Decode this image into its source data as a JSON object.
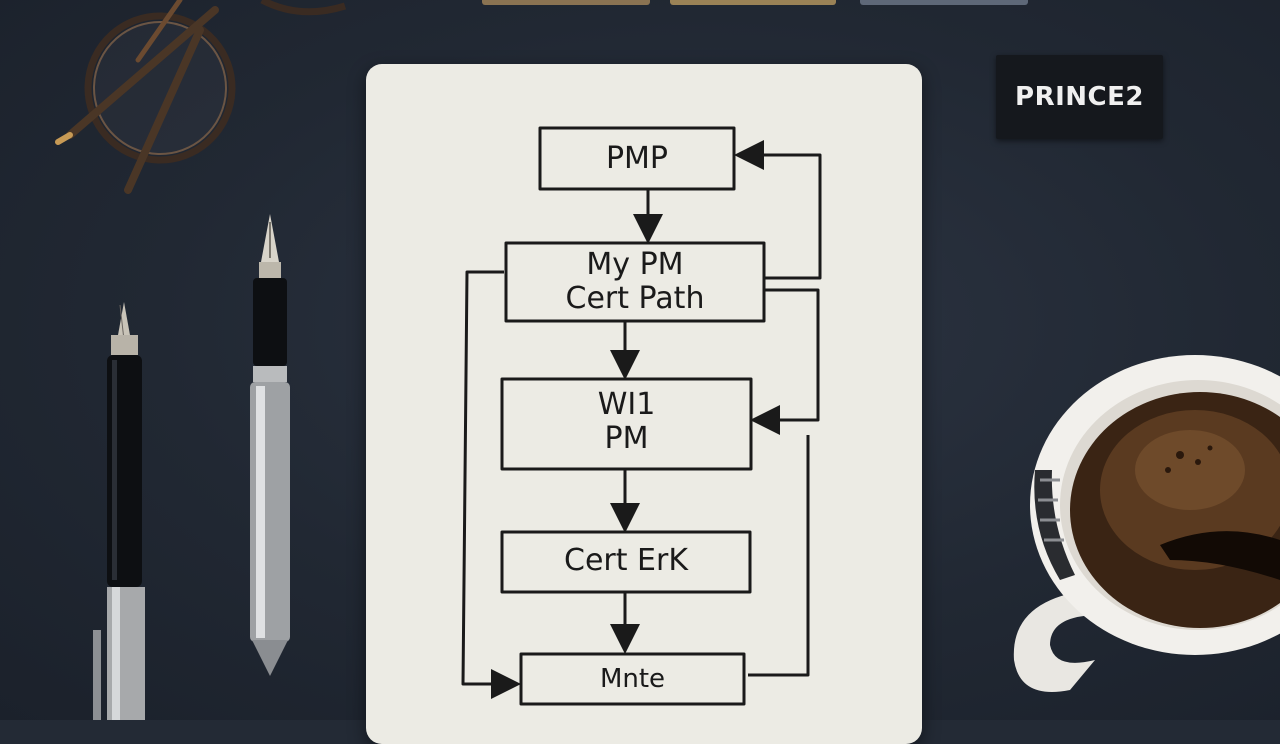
{
  "tag": {
    "text": "PRINCE2"
  },
  "flowchart": {
    "boxes": [
      {
        "id": "pmp",
        "label": "PMP"
      },
      {
        "id": "my-pm-cert-path",
        "label": "My PM\nCert Path"
      },
      {
        "id": "wi-pm",
        "label": "WI1\nPM"
      },
      {
        "id": "cert-erk",
        "label": "Cert ErK"
      },
      {
        "id": "mnte",
        "label": "Mnte"
      }
    ]
  },
  "objects": {
    "glasses": "eyeglasses",
    "pens": [
      "fountain-pen-black",
      "fountain-pen-silver"
    ],
    "cup": "coffee-cup"
  },
  "colors": {
    "desk": "#232a35",
    "paper": "#ecebe4",
    "ink": "#1a1a1a",
    "tag": "#15181d",
    "coffee": "#3a2414"
  }
}
